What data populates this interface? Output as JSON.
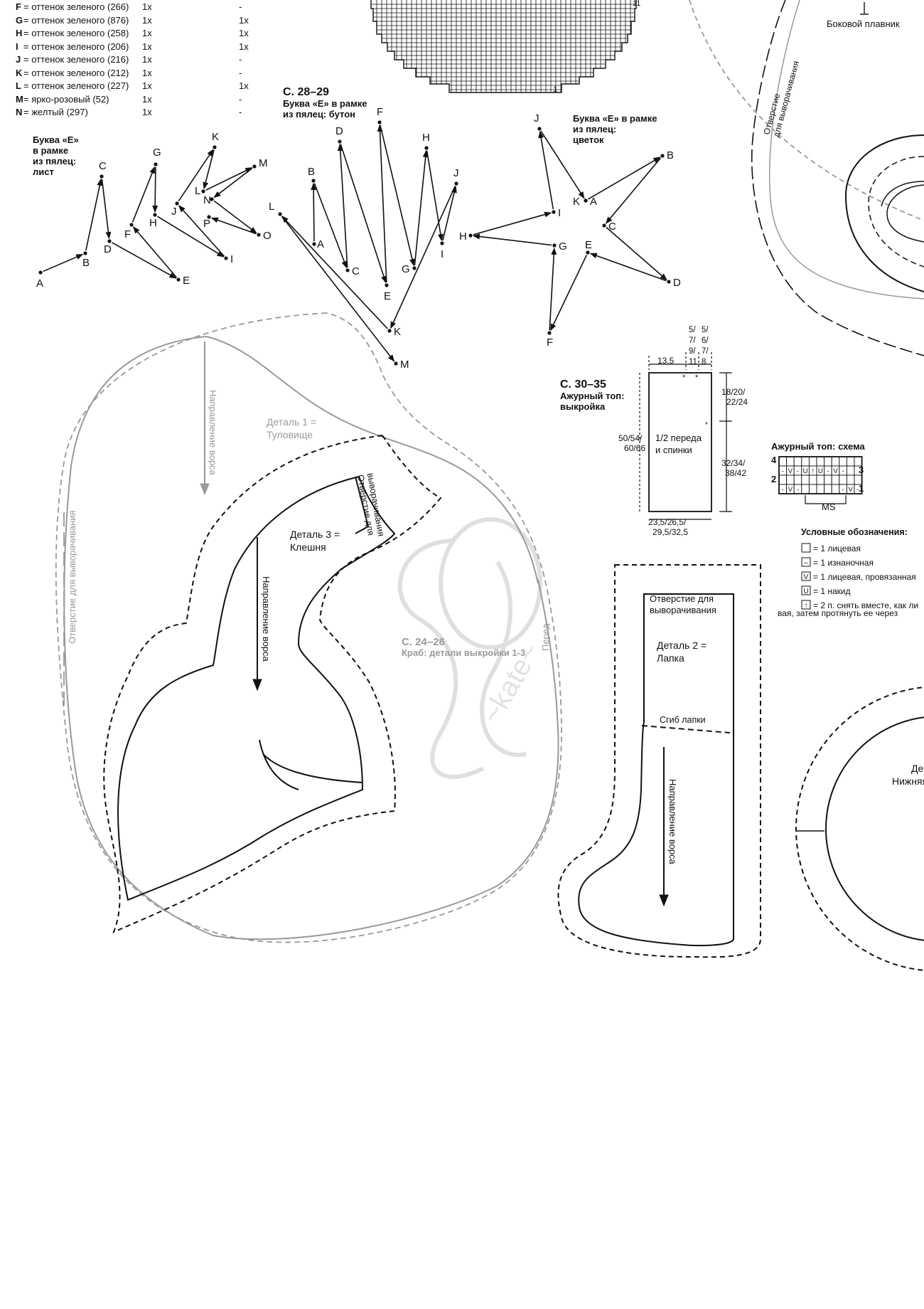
{
  "color_legend": {
    "rows": [
      {
        "letter": "F",
        "name": "= оттенок зеленого (266)",
        "col1": "1x",
        "col2": "-"
      },
      {
        "letter": "G",
        "name": "= оттенок зеленого (876)",
        "col1": "1x",
        "col2": "1x"
      },
      {
        "letter": "H",
        "name": "= оттенок зеленого (258)",
        "col1": "1x",
        "col2": "1x"
      },
      {
        "letter": "I",
        "name": "= оттенок зеленого (206)",
        "col1": "1x",
        "col2": "1x"
      },
      {
        "letter": "J",
        "name": "= оттенок зеленого (216)",
        "col1": "1x",
        "col2": "-"
      },
      {
        "letter": "K",
        "name": "= оттенок зеленого (212)",
        "col1": "1x",
        "col2": "-"
      },
      {
        "letter": "L",
        "name": "= оттенок зеленого (227)",
        "col1": "1x",
        "col2": "1x"
      },
      {
        "letter": "M",
        "name": "= ярко-розовый (52)",
        "col1": "1x",
        "col2": "-"
      },
      {
        "letter": "N",
        "name": "= желтый (297)",
        "col1": "1x",
        "col2": "-"
      }
    ]
  },
  "grid_chart": {
    "label_right": "11",
    "label_bottom": "1"
  },
  "side_fin": {
    "label": "Боковой плавник",
    "opening_label_1": "Отверстие",
    "opening_label_2": "для выворачивания"
  },
  "leaf": {
    "title_lines": [
      "Буква «E»",
      "в рамке",
      "из пялец:",
      "лист"
    ],
    "points": [
      "A",
      "B",
      "C",
      "D",
      "E",
      "F",
      "G",
      "H",
      "I",
      "J",
      "K",
      "L",
      "M",
      "N",
      "O",
      "P"
    ]
  },
  "bud": {
    "page": "С. 28–29",
    "title_lines": [
      "Буква «E» в рамке",
      "из пялец: бутон"
    ],
    "points": [
      "A",
      "B",
      "C",
      "D",
      "E",
      "F",
      "G",
      "H",
      "I",
      "J",
      "K",
      "L",
      "M"
    ]
  },
  "flower": {
    "title_lines": [
      "Буква «E» в рамке",
      "из пялец:",
      "цветок"
    ],
    "points": [
      "A",
      "B",
      "C",
      "D",
      "E",
      "F",
      "G",
      "H",
      "I",
      "J",
      "K"
    ]
  },
  "top_pattern": {
    "page": "С. 30–35",
    "title_lines": [
      "Ажурный топ:",
      "выкройка"
    ],
    "dim_top_left": "13,5",
    "dim_cols": [
      [
        "5/",
        "7/",
        "9/",
        "11"
      ],
      [
        "5/",
        "6/",
        "7/",
        "8"
      ]
    ],
    "dim_right_top": [
      "18/20/",
      "22/24"
    ],
    "dim_left": [
      "50/54/",
      "60/66"
    ],
    "dim_right_mid": [
      "32/34/",
      "38/42"
    ],
    "dim_bottom": [
      "23,5/26,5/",
      "29,5/32,5"
    ],
    "piece_label": [
      "1/2 переда",
      "и спинки"
    ],
    "star": "*"
  },
  "stitch_chart": {
    "title": "Ажурный топ: схема",
    "rows": [
      "4",
      "3",
      "2",
      "1"
    ],
    "repeat_label": "MS",
    "row_symbols": [
      [
        "",
        "",
        "",
        "",
        "",
        "",
        "",
        "",
        "",
        "",
        ""
      ],
      [
        "-",
        "V",
        "-",
        "U",
        "↑",
        "U",
        "-",
        "V",
        "-",
        "",
        ""
      ],
      [
        "",
        "",
        "",
        "",
        "",
        "",
        "",
        "",
        "",
        "",
        ""
      ],
      [
        "-",
        "V",
        "-",
        "",
        "",
        "",
        "",
        "",
        "-",
        "V",
        "-"
      ]
    ]
  },
  "symbols_legend": {
    "title": "Условные обозначения:",
    "items": [
      {
        "symbol": "",
        "text": "= 1 лицевая"
      },
      {
        "symbol": "–",
        "text": "= 1 изнаночная"
      },
      {
        "symbol": "V",
        "text": "= 1 лицевая, провязанная"
      },
      {
        "symbol": "U",
        "text": "= 1 накид"
      },
      {
        "symbol": "↑",
        "text": "= 2 п. снять вместе, как ли"
      }
    ],
    "continuation": "вая, затем протянуть ее через"
  },
  "crab": {
    "page": "С. 24–26",
    "title": "Краб: детали выкройки 1-3",
    "detail1": [
      "Деталь 1 =",
      "Туловище"
    ],
    "detail3": [
      "Деталь 3 =",
      "Клешня"
    ],
    "nap_direction": "Направление ворса",
    "opening": "Отверстие для выворачивания",
    "opening_claw": [
      "Отверстие для",
      "выворачивания"
    ],
    "front": "Перед"
  },
  "paw": {
    "opening": [
      "Отверстие для",
      "выворачивания"
    ],
    "detail2": [
      "Деталь 2 =",
      "Лапка"
    ],
    "fold": "Сгиб лапки",
    "nap_direction": "Направление ворса"
  },
  "circle_piece": {
    "label": [
      "Де",
      "Нижняя"
    ]
  },
  "watermark": {
    "text": "~kate~"
  }
}
